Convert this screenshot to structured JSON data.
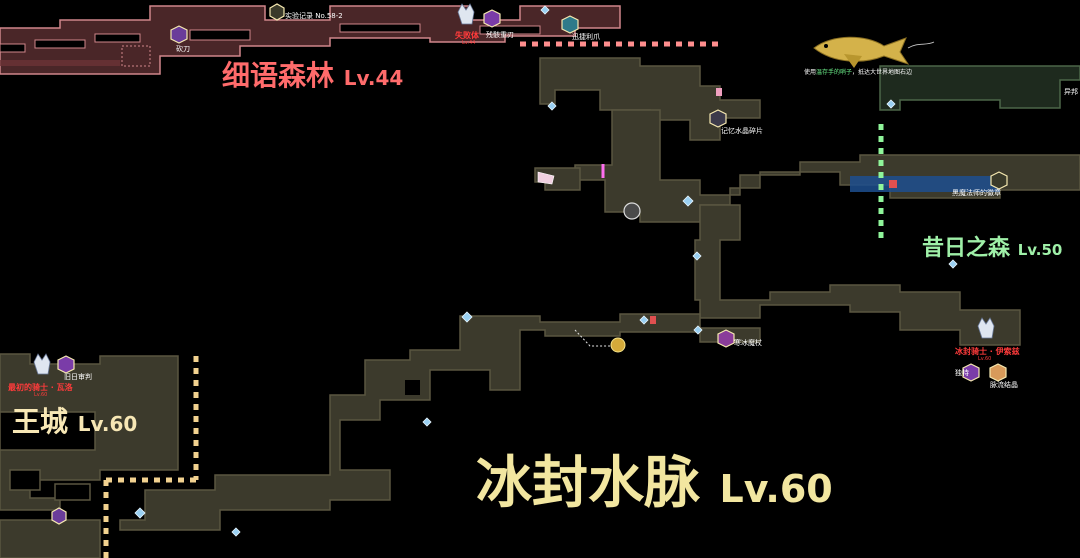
{
  "regions": {
    "whisper_forest": {
      "name": "细语森林",
      "level": "Lv.44",
      "color": "#ff6b6b"
    },
    "ancient_forest": {
      "name": "昔日之森",
      "level": "Lv.50",
      "color": "#9ff0a8"
    },
    "frozen_vein": {
      "name": "冰封水脉",
      "level": "Lv.60",
      "color": "#f2e6a0"
    },
    "royal_city": {
      "name": "王城",
      "level": "Lv.60",
      "color": "#f7e7b5"
    }
  },
  "labels": {
    "experiment_log": "实验记录 No.58-2",
    "blade_top_left": "砍刀",
    "lost_one": "失败体",
    "lost_one_level": "Lv.44",
    "broken_blade": "残骸重刃",
    "dash_claw": "迅捷利爪",
    "memory_shard": "记忆水晶碎片",
    "black_mage_emblem": "黑魔法师的徽章",
    "ice_staff": "寒冰魔杖",
    "frozen_knight": "冰封骑士 · 伊索兹",
    "frozen_knight_level": "Lv.60",
    "lone_item": "独特",
    "flow_crystal": "脉流结晶",
    "first_knight": "最初的骑士 · 瓦洛",
    "first_knight_level": "Lv.60",
    "old_judgment": "旧日审判",
    "edge_text": "异邦",
    "fish_tip_prefix": "使用",
    "fish_tip_highlight": "温存手的哨子",
    "fish_tip_suffix": "，抵达大世界地图右边"
  },
  "colors": {
    "terrain_fill": "#3c3a2c",
    "terrain_stroke": "#5a5640",
    "whisper_terrain": "#4a2628",
    "whisper_stroke": "#d0868a",
    "pink_border": "#ff8e8e",
    "green_border": "#8ff59a",
    "yellow_border": "#f2d290"
  },
  "icons": {
    "fish": "giant-fish-icon",
    "boss": "horned-skull-icon",
    "relic": "relic-hexagon-icon",
    "save_point": "crystal-save-icon",
    "coin": "gold-coin-icon"
  }
}
